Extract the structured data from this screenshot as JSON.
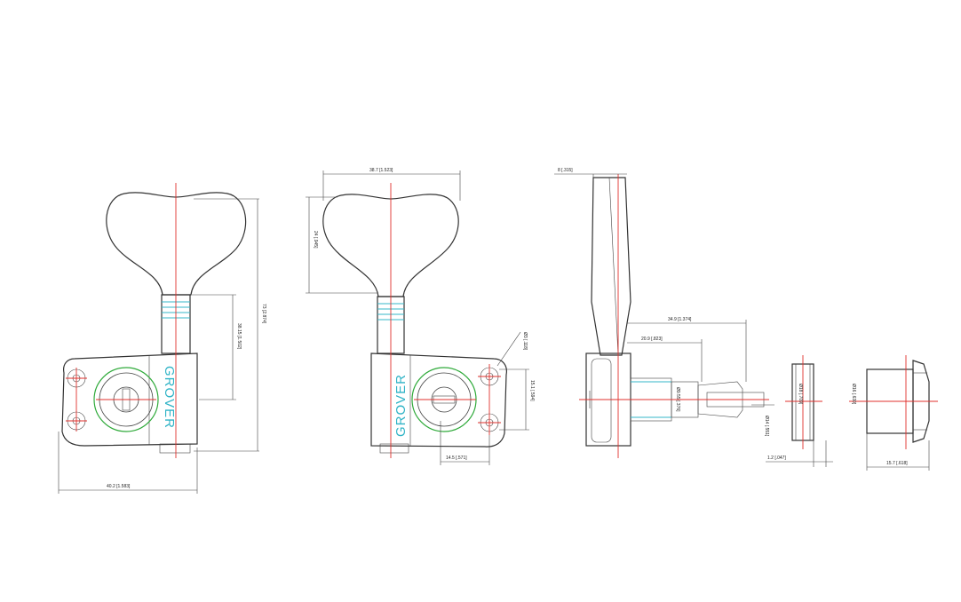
{
  "brand": "GROVER",
  "dims": {
    "front_height": "73 [2.874]",
    "front_shaft": "38.15 [1.502]",
    "front_width": "40.2 [1.583]",
    "back_key_width": "38.7 [1.523]",
    "back_key_height": "24 [.945]",
    "back_hole": "Ø3 [.118]",
    "back_right_h": "15.1 [.594]",
    "back_bottom": "14.5 [.571]",
    "side_top": "8 [.315]",
    "side_len_a": "34.9 [1.374]",
    "side_len_b": "20.9 [.823]",
    "side_dia_a": "Ø9.55 [.376]",
    "side_dia_b": "Ø14 [.551]",
    "washer_thk": "1.2 [.047]",
    "washer_dia": "Ø18 [.709]",
    "bushing_len": "15.7 [.618]",
    "bushing_dia": "Ø16 [.630]"
  }
}
